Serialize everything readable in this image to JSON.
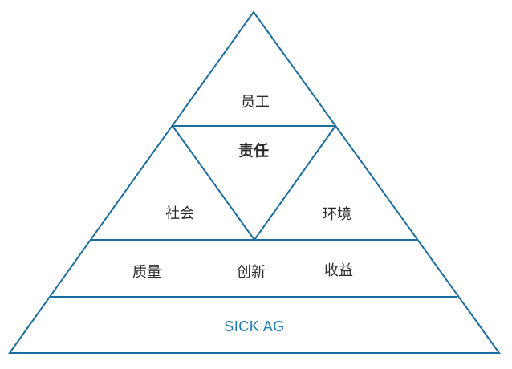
{
  "diagram": {
    "colors": {
      "line": "#1a6c9e",
      "text": "#2b2b2b",
      "brand_text": "#1f7fb8"
    },
    "labels": {
      "top": "员工",
      "center": "责任",
      "left": "社会",
      "right": "环境",
      "row1_left": "质量",
      "row1_center": "创新",
      "row1_right": "收益",
      "base": "SICK AG"
    }
  }
}
